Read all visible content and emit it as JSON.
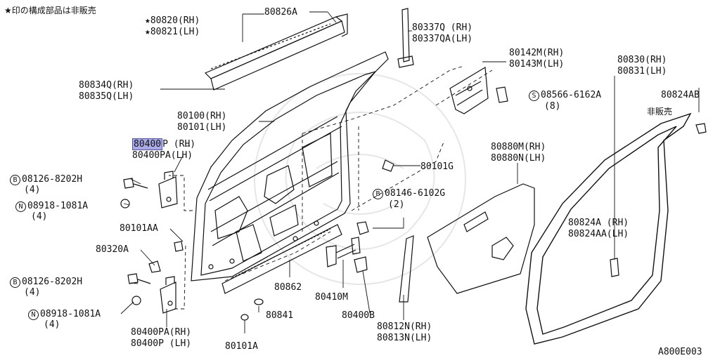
{
  "diagram_code": "A800E003",
  "note": "★印の構成部品は非販売",
  "not_for_sale": "非販売",
  "parts": {
    "p80820": "★80820(RH)",
    "p80821": "★80821(LH)",
    "p80826A": "80826A",
    "p80337Q": "80337Q (RH)",
    "p80337QA": "80337QA(LH)",
    "p80142M": "80142M(RH)",
    "p80143M": "80143M(LH)",
    "p80830": "80830(RH)",
    "p80831": "80831(LH)",
    "p80834Q": "80834Q(RH)",
    "p80835Q": "80835Q(LH)",
    "p08566_ref": "S",
    "p08566": "08566-6162A",
    "p08566_qty": "(8)",
    "p80824AB": "80824AB",
    "p80100": "80100(RH)",
    "p80101": "80101(LH)",
    "p80400P_num": "80400",
    "p80400P_rest": "P (RH)",
    "p80400PA": "80400PA(LH)",
    "p80880M": "80880M(RH)",
    "p80880N": "80880N(LH)",
    "p08126_a_ref": "B",
    "p08126_a": "08126-8202H",
    "p08126_a_qty": "(4)",
    "p80101G": "80101G",
    "p08918_a_ref": "N",
    "p08918_a": "08918-1081A",
    "p08918_a_qty": "(4)",
    "p08146_ref": "B",
    "p08146": "08146-6102G",
    "p08146_qty": "(2)",
    "p80101AA": "80101AA",
    "p80824A": "80824A (RH)",
    "p80824AA": "80824AA(LH)",
    "p80320A": "80320A",
    "p08126_b_ref": "B",
    "p08126_b": "08126-8202H",
    "p08126_b_qty": "(4)",
    "p80862": "80862",
    "p80410M": "80410M",
    "p08918_b_ref": "N",
    "p08918_b": "08918-1081A",
    "p08918_b_qty": "(4)",
    "p80841": "80841",
    "p80400B": "80400B",
    "p80812N": "80812N(RH)",
    "p80813N": "80813N(LH)",
    "p80400PA_b": "80400PA(RH)",
    "p80400P_b": "80400P (LH)",
    "p80101A": "80101A"
  },
  "colors": {
    "highlight": "#a9a9e6",
    "ink": "#111111"
  }
}
